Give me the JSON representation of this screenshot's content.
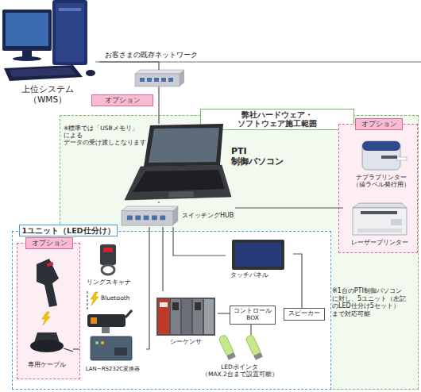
{
  "diagram": {
    "nodes": [
      {
        "text": [
          "弊社ハードウェア・ソフトウェア施工範囲"
        ]
      },
      {
        "text": [
          "上位システム （WMS）"
        ]
      },
      {
        "text": [
          "PTI 制御パソコン"
        ],
        "in": 0
      },
      {
        "text": [
          "オプション"
        ],
        "in": 0
      },
      {
        "text": [
          "テプラプリンター （値ラベル発行用）"
        ],
        "in": 3
      },
      {
        "text": [
          "レーザープリンター"
        ],
        "in": 3
      },
      {
        "text": [
          "スイッチングHUB"
        ],
        "in": 0
      },
      {
        "text": [
          "1ユニット（LED仕分け）"
        ],
        "in": 0
      },
      {
        "text": [
          "オプション"
        ],
        "in": 7
      },
      {
        "text": [
          "専用ケーブル"
        ],
        "in": 8
      },
      {
        "text": [
          "リングスキャナ"
        ],
        "in": 7
      },
      {
        "text": [
          "LAN−RS232C変換器"
        ],
        "in": 7
      },
      {
        "text": [
          "タッチパネル"
        ],
        "in": 7
      },
      {
        "text": [
          "シーケンサ"
        ],
        "in": 7
      },
      {
        "text": [
          "コントロール BOX"
        ],
        "in": 7
      },
      {
        "text": [
          "スピーカー"
        ],
        "in": 7
      },
      {
        "text": [
          "LEDポインタ （MAX.2台まで設置可能）"
        ],
        "in": 7
      }
    ],
    "edges": [
      {
        "from": 1,
        "to": 2,
        "arrow": "none",
        "label": "オプション"
      },
      {
        "from": 2,
        "to": 6,
        "arrow": "none"
      },
      {
        "from": 6,
        "to": 5,
        "arrow": "none"
      },
      {
        "from": 6,
        "to": 12,
        "arrow": "none"
      },
      {
        "from": 6,
        "to": 13,
        "arrow": "none"
      },
      {
        "from": 6,
        "to": 11,
        "arrow": "none"
      },
      {
        "from": 10,
        "to": 11,
        "arrow": "none",
        "label": "Bluetooth"
      },
      {
        "from": 9,
        "to": 11,
        "arrow": "none"
      },
      {
        "from": 13,
        "to": 14,
        "arrow": "none"
      },
      {
        "from": 12,
        "to": 15,
        "arrow": "none"
      },
      {
        "from": 14,
        "to": 16,
        "arrow": "none"
      }
    ],
    "labels": [
      "お客さまの既存ネットワーク",
      "※標準では「USBメモリ」による データの受け渡しとなります。",
      "※1台のPTI制御パソコン に対し、5ユニット（左記 のLED仕分け5セット） まで対応可能"
    ]
  }
}
